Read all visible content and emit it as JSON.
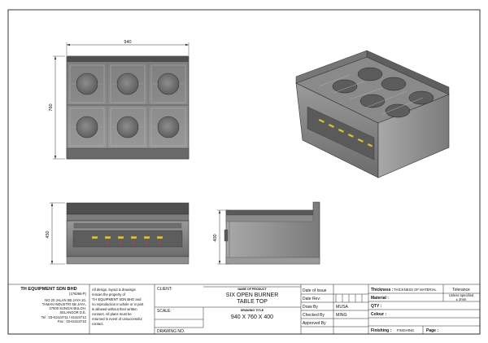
{
  "dimensions": {
    "width": "940",
    "depth": "760",
    "height_front": "450",
    "height_side": "400"
  },
  "title_block": {
    "company": "TH EQUIPMENT SDN BHD",
    "company_reg": "(176366-P)",
    "address": [
      "NO 20 JALAN SB JAYA 10,",
      "TAMAN INDUSTRI SB JAYA,",
      "47000 SUNGAI BULOH,",
      "SELANGOR D.E."
    ],
    "tel": "Tel : 03-61424711 / 61424712",
    "fax": "Fax : 03-61424710",
    "notice": [
      "All design, layout & drawings",
      "remain the property of",
      "T.H EQUIPMENT SDN BHD and",
      "no reproduction in whole or in part",
      "is allowed without their written",
      "consent. All plans must be",
      "returned in event of unsuccessful",
      "contact."
    ],
    "client_label": "CLIENT:",
    "scale_label": "SCALE:",
    "drawing_no_label": "DRAWING NO.",
    "product_caption": "NAME OF PRODUCT",
    "product_line1": "SIX OPEN BURNER",
    "product_line2": "TABLE TOP",
    "drawing_title_caption": "DRAWING TITLE",
    "drawing_title": "940 X 760 X 400",
    "date_of_issue_label": "Date of Issue",
    "date_rev_label": "Date Rev:",
    "draw_by_label": "Draw By",
    "draw_by_value": "MUSA",
    "checked_by_label": "Checked By",
    "checked_by_value": "MING",
    "approved_by_label": "Approved By",
    "thickness_label": "Thickness :",
    "thickness_value": "THICKNESS OF MATERIAL",
    "material_label": "Material :",
    "qty_label": "QTY :",
    "colour_label": "Colour :",
    "finishing_label": "Finishing :",
    "finishing_value": "FINISHING",
    "page_label": "Page :",
    "tolerance_label": "Tolerance",
    "tolerance_note_1": "Unless specified",
    "tolerance_note_2": "± 2mm"
  },
  "colors": {
    "steel": "#8f8f8f",
    "steel_dark": "#5a5a5a",
    "steel_light": "#bdbdbd",
    "knob": "#d8c34a"
  }
}
